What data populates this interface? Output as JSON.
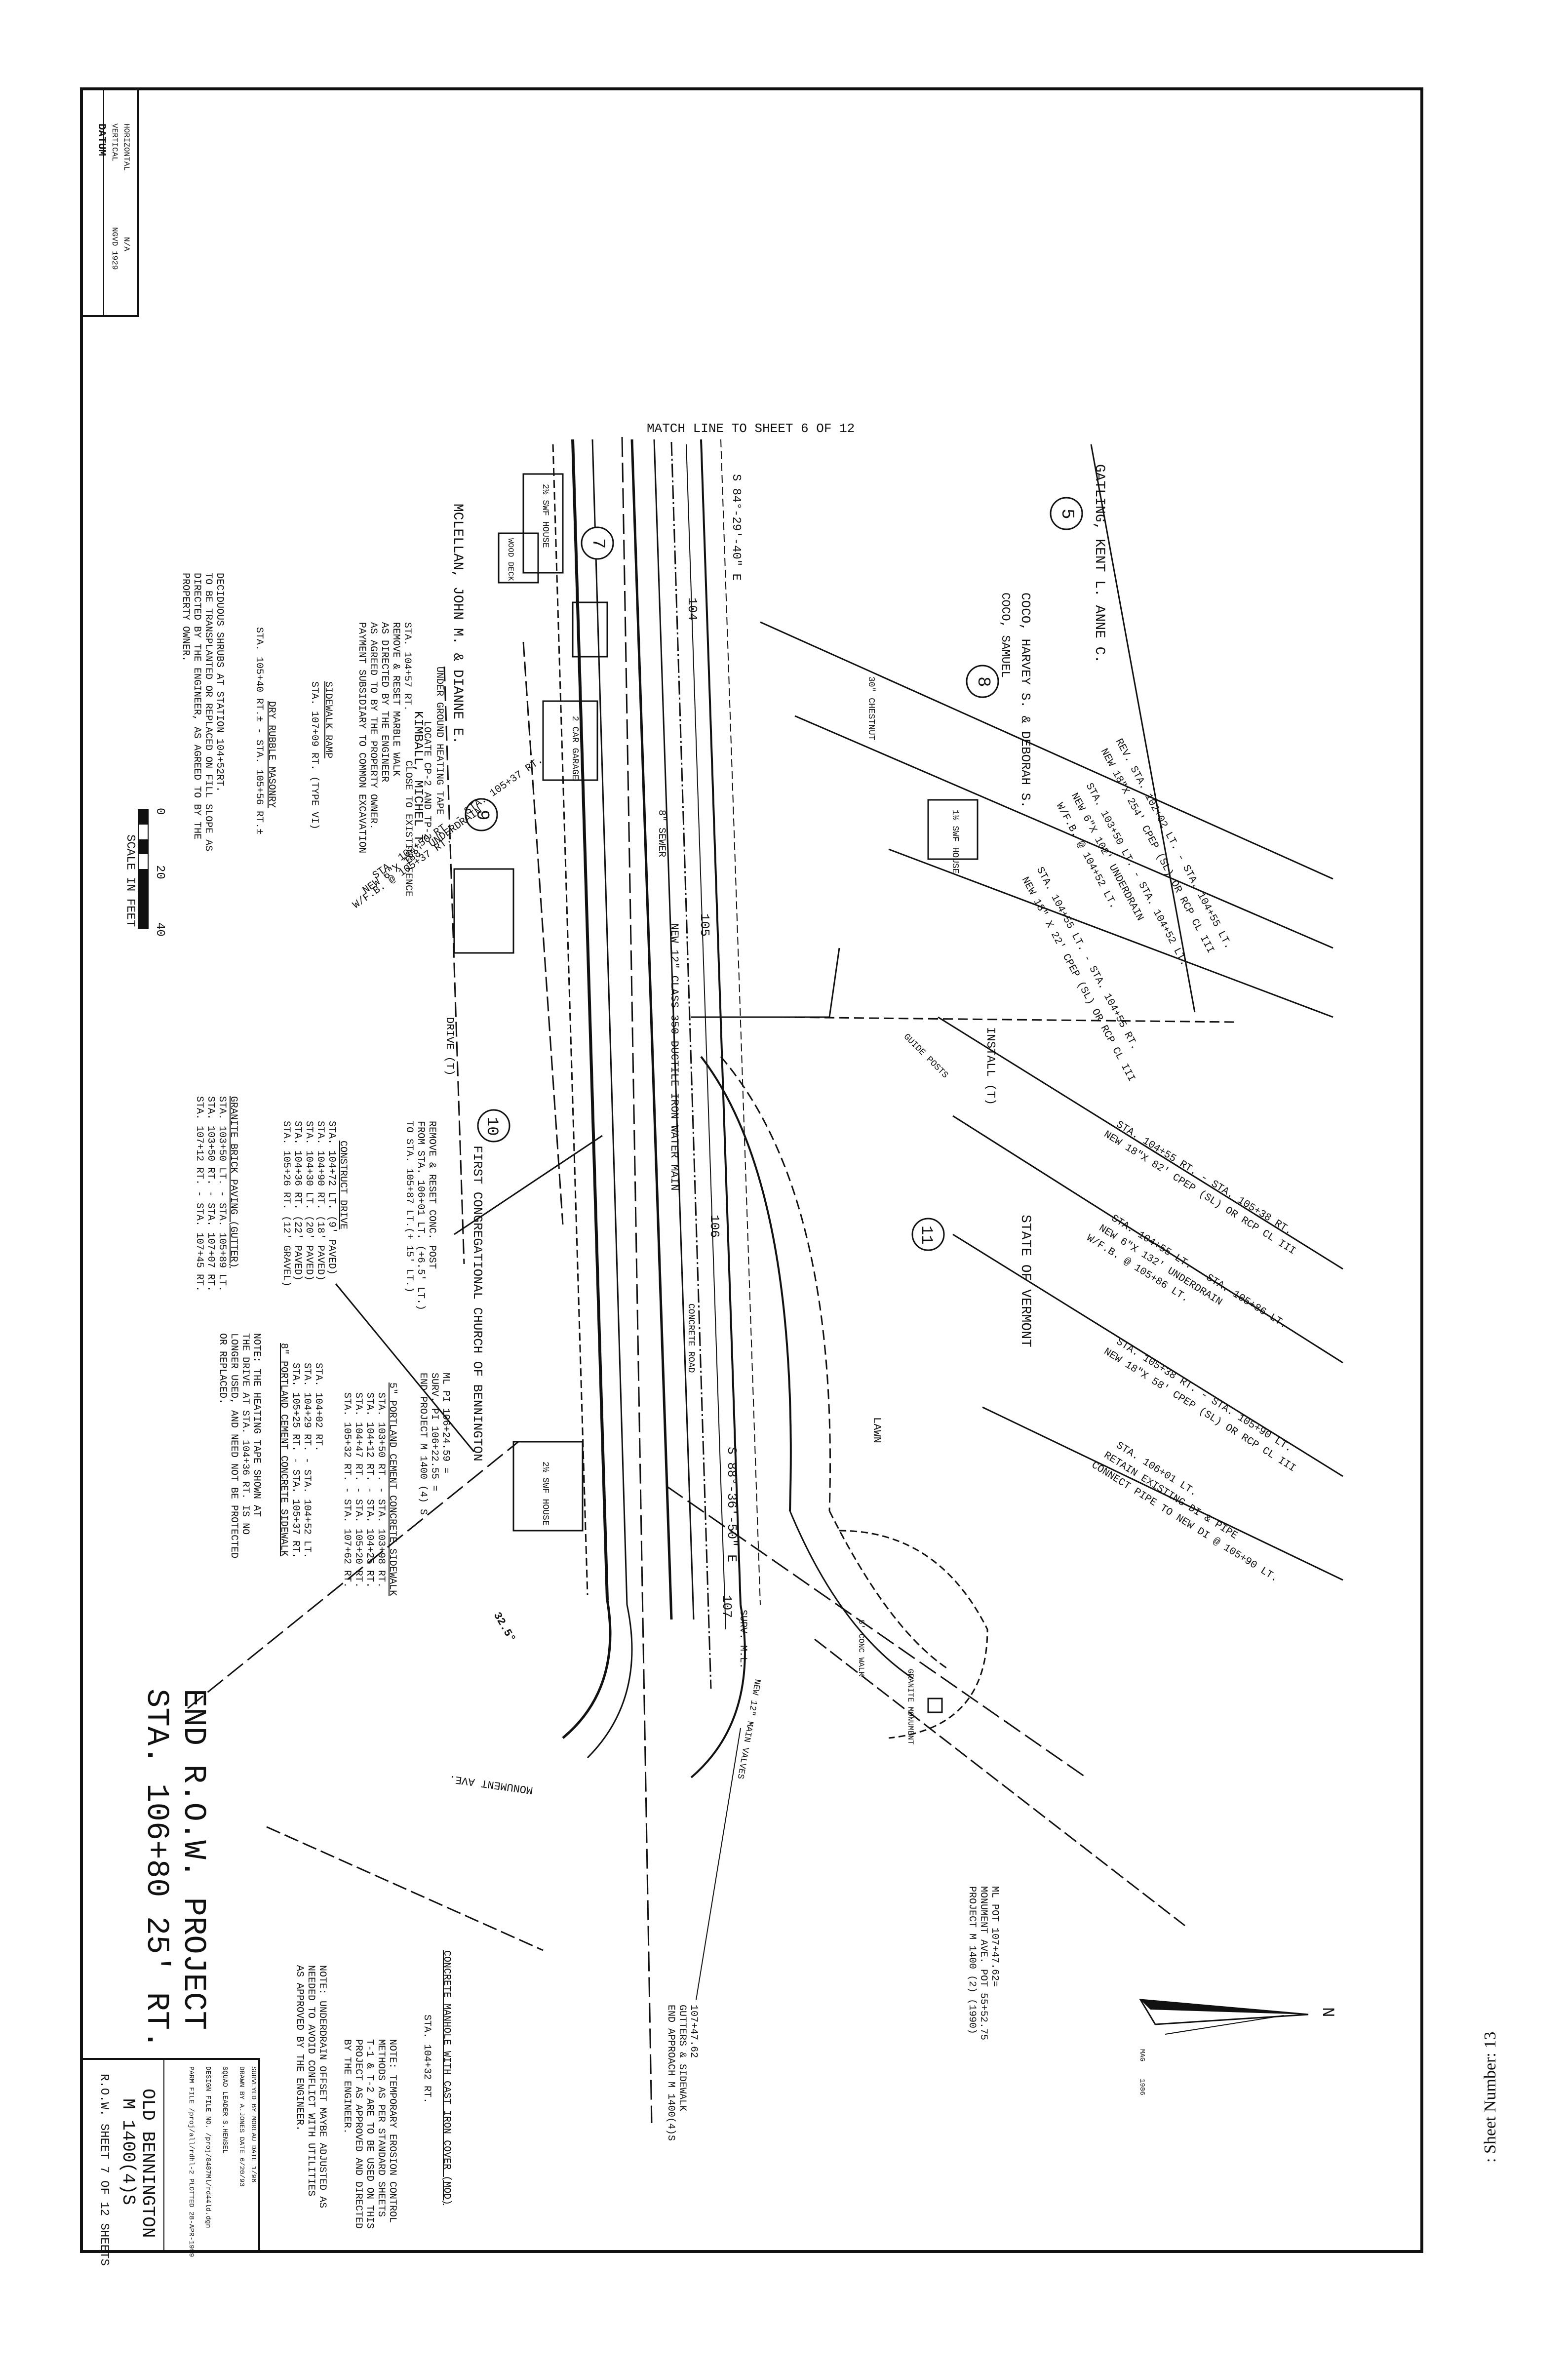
{
  "sheet_number_label": ": Sheet Number: 13",
  "datum": {
    "title": "DATUM",
    "vertical_label": "VERTICAL",
    "vertical_value": "NGVD 1929",
    "horizontal_label": "HORIZONTAL",
    "horizontal_value": "N/A"
  },
  "match_line": "MATCH LINE TO SHEET 6 OF 12",
  "parcels": [
    "5",
    "7",
    "8",
    "9",
    "10",
    "11"
  ],
  "owners": [
    "GATLING, KENT L. ANNE C.",
    "COCO, HARVEY S. & DEBORAH S.",
    "COCO, SAMUEL",
    "MCLELLAN, JOHN M. & DIANNE E.",
    "KIMBALL, MICHEL T.",
    "FIRST CONGREGATIONAL CHURCH OF BENNINGTON",
    "STATE OF VERMONT"
  ],
  "pipe_notes": [
    "REV. STA. 102+02 LT. - STA. 104+55 LT.",
    "NEW 18\"X 254' CPEP (SL) OR RCP CL III",
    "STA. 103+50 LT. - STA. 104+52 LT.",
    "NEW 6\"X 102' UNDERDRAIN",
    "W/F.B. @ 104+52 LT.",
    "STA. 104+55 LT. - STA. 104+55 RT.",
    "NEW 18\" X 22' CPEP (SL) OR RCP CL III",
    "STA. 104+55 RT. - STA. 105+38 RT.",
    "NEW 18\"X 82' CPEP (SL) OR RCP CL III",
    "STA. 104+55 LT. - STA. 105+86 LT.",
    "NEW 6\"X 132' UNDERDRAIN",
    "W/F.B. @ 105+86 LT.",
    "STA. 105+38 RT. - STA. 105+90 LT.",
    "NEW 18\"X 58' CPEP (SL) OR RCP CL III",
    "STA. 106+01 LT.",
    "RETAIN EXISTING DI & PIPE",
    "CONNECT PIPE TO NEW DI @ 105+90 LT.",
    "STA. 103+50 RT. - STA. 105+37 RT.",
    "NEW 6\"X 188' UNDERDRAIN",
    "W/F.B. @ 105+37 RT."
  ],
  "plan_labels": {
    "bearing_1": "S 84°-29'-40\" E",
    "bearing_2": "S 88°-36'-50\" E",
    "station_104": "104",
    "station_105": "105",
    "station_106": "106",
    "station_107": "107",
    "water_main": "NEW 12\" CLASS 350 DUCTILE IRON WATER MAIN",
    "sewer": "8\" SEWER",
    "install_t": "INSTALL (T)",
    "drive_t": "DRIVE (T)",
    "lawn": "LAWN",
    "monument_ave": "MONUMENT AVE.",
    "granite_monument": "GRANITE MONUMENT",
    "concrete_road": "CONCRETE ROAD",
    "guide_posts": "GUIDE POSTS",
    "two_car_garage": "2 CAR GARAGE",
    "house_a": "2½ SWF HOUSE",
    "house_b": "1½ SWF HOUSE",
    "house_c": "2½ SWF HOUSE",
    "wood_deck": "WOOD DECK",
    "chestnut": "30\" CHESTNUT",
    "new_12_main_valves": "NEW 12\" MAIN VALVES",
    "conc_walk": "5' CONC WALK",
    "survey_ml": "SURV. M.L.",
    "angle_325": "32.5°"
  },
  "notes_left": [
    "STA. 104+57 RT.",
    "REMOVE & RESET MARBLE WALK",
    "AS DIRECTED BY THE ENGINEER",
    "AS AGREED TO BY THE PROPERTY OWNER.",
    "PAYMENT SUBSIDIARY TO COMMON EXCAVATION",
    "SIDEWALK RAMP",
    "STA. 107+09 RT. (TYPE VI)",
    "UNDER GROUND HEATING TAPE",
    "LOCATE CP-2 AND TP-2",
    "CLOSE TO EXISTING FENCE",
    "DRY RUBBLE MASONRY",
    "STA. 105+40 RT.± - STA. 105+56 RT.±",
    "DECIDUOUS SHRUBS AT STATION 104+52RT.",
    "TO BE TRANSPLANTED OR REPLACED ON FILL SLOPE AS",
    "DIRECTED BY THE ENGINEER, AS AGREED TO BY THE",
    "PROPERTY OWNER."
  ],
  "scale": {
    "ticks": [
      "0",
      "20",
      "40"
    ],
    "label": "SCALE IN FEET"
  },
  "notes_mid": [
    "REMOVE & RESET CONC. POST",
    "FROM STA. 106+01 LT. (+6.5' LT.)",
    "TO STA. 105+87 LT.(+ 15' LT.)",
    "CONSTRUCT DRIVE",
    "STA. 104+72 LT. (9' PAVED)",
    "STA. 104+90 RT. (18' PAVED)",
    "STA. 104+30 LT. (20' PAVED)",
    "STA. 104+36 RT. (22' PAVED)",
    "STA. 105+26 RT. (12' GRAVEL)",
    "GRANITE BRICK PAVING (GUTTER)",
    "STA. 103+50 LT. - STA. 105+89 LT.",
    "STA. 103+50 RT. - STA. 107+07 RT.",
    "STA. 107+12 RT. - STA. 107+45 RT."
  ],
  "notes_center": [
    "ML PI 106+24.59 =",
    "SURV. PI 106+22.55 =",
    "END PROJECT M 1400 (4) S",
    "5\" PORTLAND CEMENT CONCRETE SIDEWALK",
    "STA. 103+50 RT. - STA. 103+98 RT.",
    "STA. 104+12 RT. - STA. 104+25 RT.",
    "STA. 104+47 RT. - STA. 105+20 RT.",
    "STA. 105+32 RT. - STA. 107+62 RT.",
    "8\" PORTLAND CEMENT CONCRETE SIDEWALK",
    "STA. 104+02 RT.",
    "STA. 104+29 RT. - STA. 104+52 LT.",
    "STA. 105+25 RT. - STA. 105+37 RT.",
    "NOTE: THE HEATING TAPE SHOWN AT",
    "THE DRIVE AT STA. 104+36 RT. IS NO",
    "LONGER USED, AND NEED NOT BE PROTECTED",
    "OR REPLACED."
  ],
  "end_row_text": "END R.O.W. PROJECT",
  "end_row_station": "STA. 106+80   25' RT.",
  "notes_right": [
    "ML POT 107+47.62=",
    "MONUMENT AVE. POT 55+52.75",
    "PROJECT M 1400 (2) (1990)",
    "107+47.62",
    "GUTTERS & SIDEWALK",
    "END APPROACH M 1400(4)S",
    "CONCRETE MANHOLE WITH CAST IRON COVER (MOD)",
    "STA. 104+32 RT.",
    "NOTE: TEMPORARY EROSION CONTROL",
    "METHODS AS PER STANDARD SHEETS",
    "T-1 & T-2 ARE TO BE USED ON THIS",
    "PROJECT AS APPROVED AND DIRECTED",
    "BY THE ENGINEER.",
    "NOTE: UNDERDRAIN OFFSET MAYBE ADJUSTED AS",
    "NEEDED TO AVOID CONFLICT WITH UTILITIES",
    "AS APPROVED BY THE ENGINEER."
  ],
  "north_arrow": {
    "letter": "N",
    "mag": "MAG",
    "year": "1986"
  },
  "title_block": {
    "lines": [
      "SURVEYED BY    MOREAU         DATE 1/96",
      "DRAWN BY       A.JONES        DATE 6/20/93",
      "SQUAD LEADER   S.HENSEL",
      "DESIGN FILE NO. /proj/8487Ml/rd44ld.dgn",
      "PARM FILE /proj/all/rdhl-2   PLOTTED 28-APR-1999"
    ],
    "project_name": "OLD BENNINGTON",
    "project_number": "M 1400(4)S",
    "sheet_text": "R.O.W. SHEET 7 OF 12 SHEETS"
  }
}
